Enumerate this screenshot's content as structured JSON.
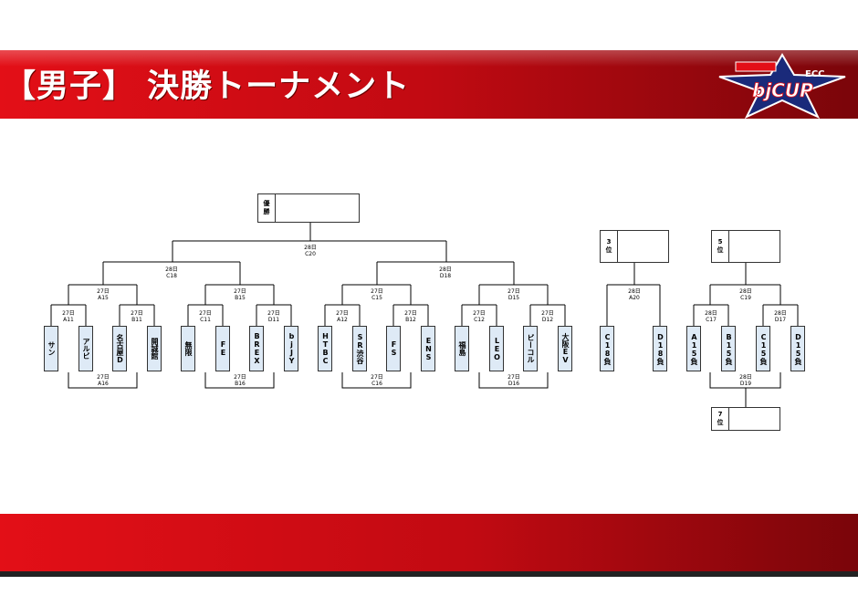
{
  "header": {
    "title": "【男子】 決勝トーナメント"
  },
  "logo": {
    "top_text": "ECC",
    "main_text": "bjCUP"
  },
  "colors": {
    "header_red": "#e30f17",
    "dark_red": "#7a050a",
    "team_box": "#deeaf6"
  },
  "ranks": {
    "first": "優\n勝",
    "third": "3\n位",
    "fifth": "5\n位",
    "seventh": "7\n位"
  },
  "teams": [
    "サン",
    "アルビ",
    "名古屋D",
    "開誠館",
    "無限",
    "FE",
    "BREX",
    "bjJY",
    "HTBC",
    "SR渋谷",
    "FS",
    "ENS",
    "福島",
    "LEO",
    "ビーコル",
    "大阪EV"
  ],
  "consolation": {
    "third_place": [
      "C18負",
      "D18負"
    ],
    "fifth_place": [
      "A15負",
      "B15負",
      "C15負",
      "D15負"
    ]
  },
  "matches": {
    "A11": {
      "date": "27日",
      "code": "A11"
    },
    "B11": {
      "date": "27日",
      "code": "B11"
    },
    "C11": {
      "date": "27日",
      "code": "C11"
    },
    "D11": {
      "date": "27日",
      "code": "D11"
    },
    "A12": {
      "date": "27日",
      "code": "A12"
    },
    "B12": {
      "date": "27日",
      "code": "B12"
    },
    "C12": {
      "date": "27日",
      "code": "C12"
    },
    "D12": {
      "date": "27日",
      "code": "D12"
    },
    "A15": {
      "date": "27日",
      "code": "A15"
    },
    "B15": {
      "date": "27日",
      "code": "B15"
    },
    "C15": {
      "date": "27日",
      "code": "C15"
    },
    "D15": {
      "date": "27日",
      "code": "D15"
    },
    "A16": {
      "date": "27日",
      "code": "A16"
    },
    "B16": {
      "date": "27日",
      "code": "B16"
    },
    "C16": {
      "date": "27日",
      "code": "C16"
    },
    "D16": {
      "date": "27日",
      "code": "D16"
    },
    "C18": {
      "date": "28日",
      "code": "C18"
    },
    "D18": {
      "date": "28日",
      "code": "D18"
    },
    "C20": {
      "date": "28日",
      "code": "C20"
    },
    "A20": {
      "date": "28日",
      "code": "A20"
    },
    "C17": {
      "date": "28日",
      "code": "C17"
    },
    "D17": {
      "date": "28日",
      "code": "D17"
    },
    "C19": {
      "date": "28日",
      "code": "C19"
    },
    "D19": {
      "date": "28日",
      "code": "D19"
    }
  }
}
